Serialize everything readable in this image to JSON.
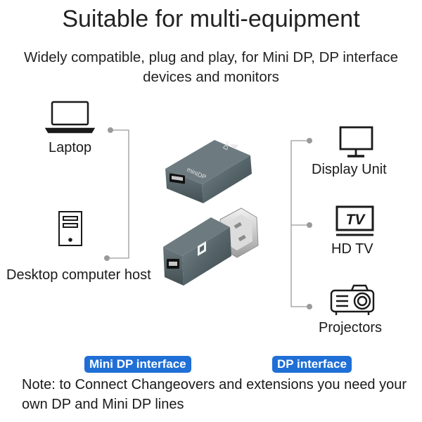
{
  "title": "Suitable for multi-equipment",
  "subtitle": "Widely compatible, plug and play, for Mini DP, DP interface devices and monitors",
  "left_devices": [
    {
      "label": "Laptop",
      "icon": "laptop-icon"
    },
    {
      "label": "Desktop computer host",
      "icon": "desktop-tower-icon"
    }
  ],
  "right_devices": [
    {
      "label": "Display Unit",
      "icon": "monitor-icon"
    },
    {
      "label": "HD TV",
      "icon": "tv-icon",
      "icon_text": "TV"
    },
    {
      "label": "Projectors",
      "icon": "projector-icon"
    }
  ],
  "adapters": {
    "top_engraving": "miniDP",
    "top_side_text": "DP"
  },
  "badges": {
    "mini_dp": "Mini DP interface",
    "dp": "DP interface"
  },
  "note": "Note: to Connect Changeovers and extensions you need your own DP and Mini DP lines",
  "colors": {
    "badge_blue": "#1f6fd6",
    "connector_line": "#9a9a9a",
    "adapter_body": "#56656a"
  }
}
